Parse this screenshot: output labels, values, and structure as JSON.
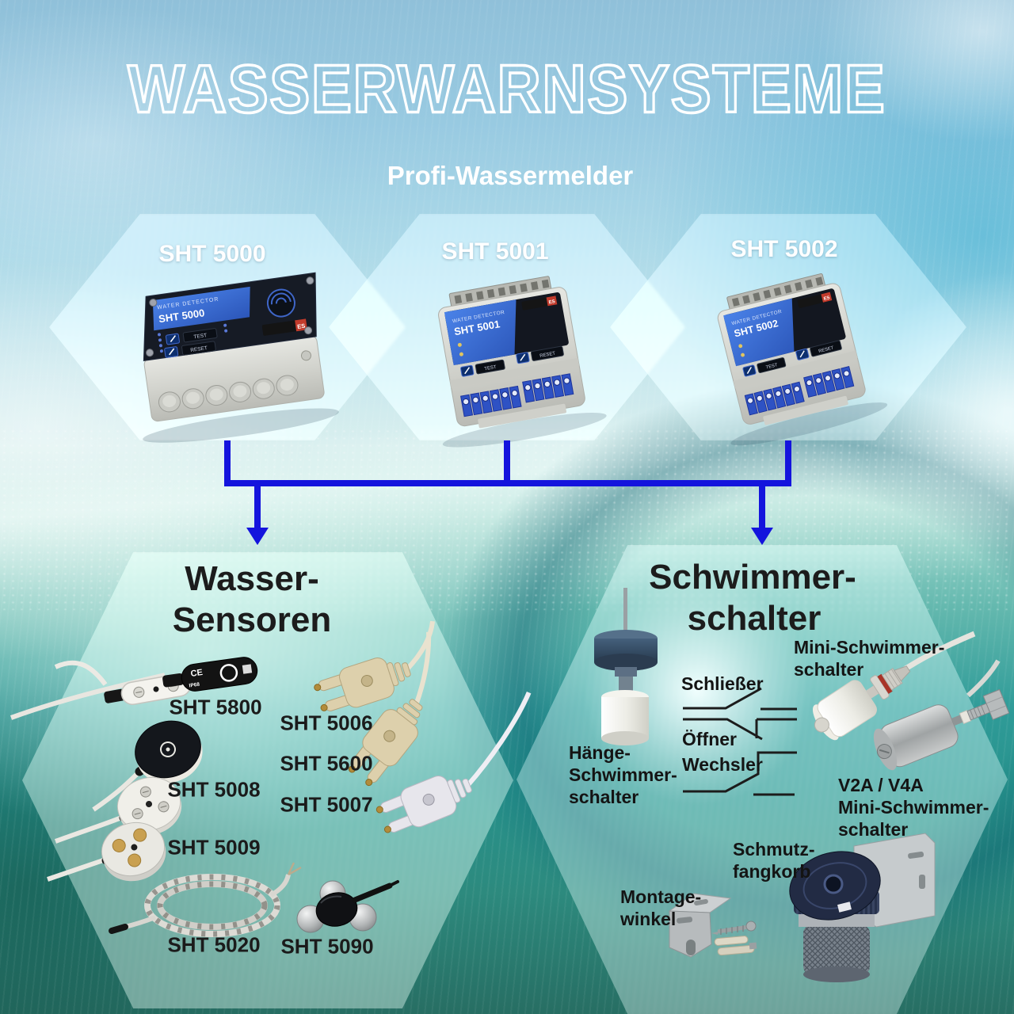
{
  "title": "WASSERWARNSYSTEME",
  "subtitle": "Profi-Wassermelder",
  "colors": {
    "connector_blue": "#1414dd",
    "heading_dark": "#1c1c1c",
    "label_white": "#ffffff",
    "device_panel_blue": "#3a6fd8"
  },
  "products": [
    {
      "label": "SHT 5000",
      "panel_line1": "WATER DETECTOR",
      "panel_line2": "SHT 5000",
      "button1": "TEST",
      "button2": "RESET",
      "brand": "ES"
    },
    {
      "label": "SHT 5001",
      "panel_line1": "WATER DETECTOR",
      "panel_line2": "SHT 5001",
      "button1": "TEST",
      "button2": "RESET",
      "brand": "ES"
    },
    {
      "label": "SHT 5002",
      "panel_line1": "WATER DETECTOR",
      "panel_line2": "SHT 5002",
      "button1": "TEST",
      "button2": "RESET",
      "brand": "ES"
    }
  ],
  "sensors_section": {
    "heading_line1": "Wasser-",
    "heading_line2": "Sensoren",
    "items": [
      {
        "label": "SHT 5800"
      },
      {
        "label": "SHT 5008"
      },
      {
        "label": "SHT 5009"
      },
      {
        "label": "SHT 5020"
      },
      {
        "label": "SHT 5006"
      },
      {
        "label": "SHT 5600"
      },
      {
        "label": "SHT 5007"
      },
      {
        "label": "SHT 5090"
      }
    ],
    "sht5800_markings": {
      "ce": "CE",
      "ip": "IP68"
    }
  },
  "switch_section": {
    "heading_line1": "Schwimmer-",
    "heading_line2": "schalter",
    "haenge_lines": [
      "Hänge-",
      "Schwimmer-",
      "schalter"
    ],
    "contact_labels": [
      "Schließer",
      "Öffner",
      "Wechsler"
    ],
    "mini_lines": [
      "Mini-Schwimmer-",
      "schalter"
    ],
    "v2a_lines": [
      "V2A / V4A",
      "Mini-Schwimmer-",
      "schalter"
    ],
    "schmutz_lines": [
      "Schmutz-",
      "fangkorb"
    ],
    "montage_lines": [
      "Montage-",
      "winkel"
    ]
  }
}
